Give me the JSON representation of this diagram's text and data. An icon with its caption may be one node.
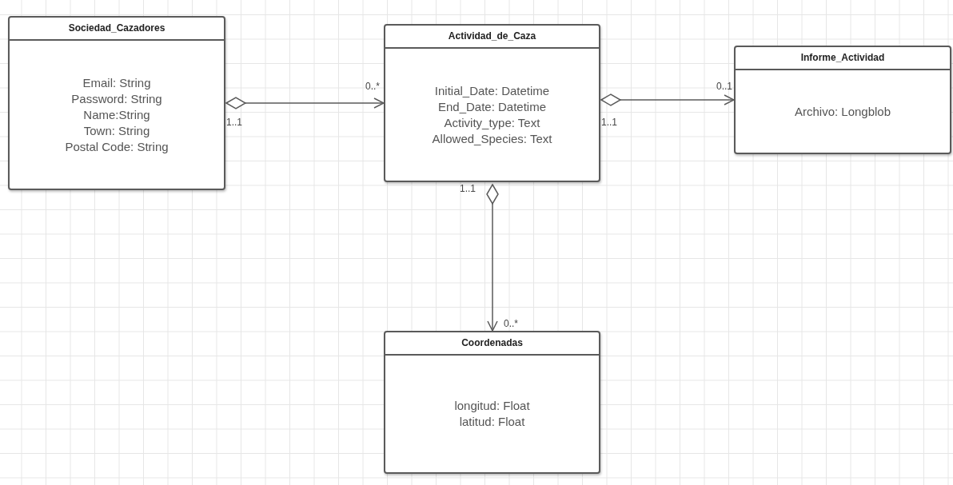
{
  "diagram": {
    "nodes": [
      {
        "text": [
          "Sociedad_Cazadores",
          "Email: String",
          "Password: String",
          "Name:String",
          "Town: String",
          "Postal Code: String"
        ]
      },
      {
        "text": [
          "Actividad_de_Caza",
          "Initial_Date: Datetime",
          "End_Date: Datetime",
          "Activity_type: Text",
          "Allowed_Species: Text"
        ]
      },
      {
        "text": [
          "Informe_Actividad",
          "Archivo: Longblob"
        ]
      },
      {
        "text": [
          "Coordenadas",
          "longitud: Float",
          "latitud: Float"
        ]
      }
    ],
    "edges": [
      {
        "from": 0,
        "to": 1,
        "arrow": "to"
      },
      {
        "from": 1,
        "to": 2,
        "arrow": "to"
      },
      {
        "from": 1,
        "to": 3,
        "arrow": "to"
      }
    ],
    "labels": [
      "0..*",
      "0..1",
      "1..1",
      "1..1",
      "1..1",
      "0..*"
    ]
  }
}
